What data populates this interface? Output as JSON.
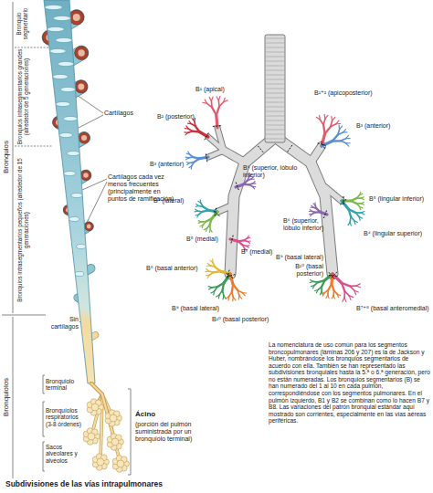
{
  "diagram": {
    "caption": "Subdivisiones de las vías intrapulmonares",
    "labels": [
      "Bronquios",
      "Bronquiolos",
      "Bronquio segmentario",
      "Bronquios intrasegmentarios grandes (alrededor de 5 generaciones)",
      "Bronquios intrasegmentarios pequeños (alrededor de 15 generaciones)",
      "Cartílagos",
      "Cartílagos cada vez menos frecuentes (principalmente en puntos de ramificación)",
      "Sin cartílagos",
      "Bronquiolo terminal",
      "Bronquíolos respiratorios (3-8 órdenes)",
      "Sacos alveolares y alvéolos",
      "Ácino",
      "(porción del pulmón suministrada por un bronquíolo terminal)",
      "B¹ (apical)",
      "B² (posterior)",
      "B³ (anterior)",
      "B⁶ (superior, lóbulo inferior)",
      "B⁴ (lateral)",
      "B⁵ (medial)",
      "B⁷ (medial)",
      "B⁸ (basal anterior)",
      "B⁹ (basal lateral)",
      "B¹⁰ (basal posterior)",
      "B¹⁺² (apicoposterior)",
      "B³ (anterior)",
      "B⁶ (superior, lóbulo inferior)",
      "B⁵ (lingular inferior)",
      "B⁴ (lingular superior)",
      "B⁹ (basal lateral)",
      "B¹⁰ (basal posterior)",
      "B⁷⁺⁸ (basal anteromedial)",
      "La nomenclatura de uso común para los segmentos broncopulmonares (láminas 206 y 207) es la de Jackson y Huber, nombrándose los bronquios segmentarios de acuerdo con ella. También se han representado las subdivisiones bronquiales hasta la 5.ª o 6.ª generación, pero no están numeradas. Los bronquios segmentarios (B) se han numerado del 1 al 10 en cada pulmón, correspondiéndose con los segmentos pulmonares. En el pulmón izquierdo, B1 y B2 se combinan como lo hacen B7 y B8. Las variaciones del patrón bronquial estándar aquí mostrado son corrientes, especialmente en las vías aéreas periféricas."
    ]
  }
}
